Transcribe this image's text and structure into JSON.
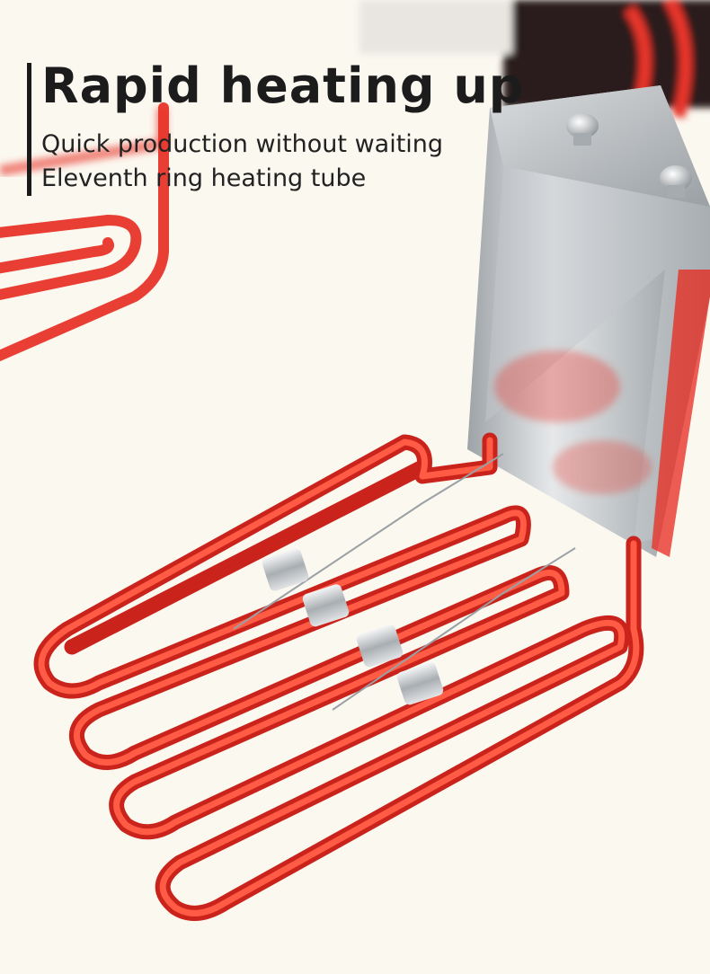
{
  "headline": {
    "title": "Rapid heating up",
    "line1": "Quick production without waiting",
    "line2": "Eleventh ring heating tube"
  },
  "colors": {
    "background": "#fbf8f0",
    "heating_tube": "#e8352a",
    "steel": "#c9ccce",
    "title_text": "#1c1c1c"
  },
  "icons": [
    "heating-tube-illustration",
    "steel-bracket",
    "bolt",
    "clip"
  ]
}
